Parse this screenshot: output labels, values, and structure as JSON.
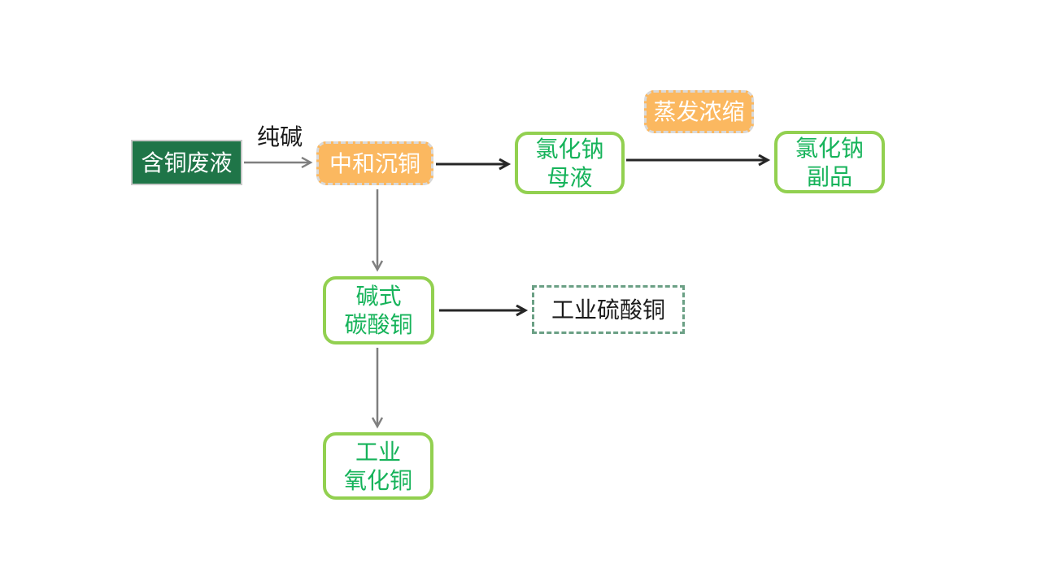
{
  "diagram": {
    "type": "flowchart",
    "colors": {
      "dark_green_fill": "#1F7548",
      "orange_fill": "#FBB860",
      "green_outline": "#92D050",
      "green_text": "#16B35A",
      "gray_dashed_border": "#D9D9D9",
      "green_dashed_border": "#6BA085",
      "gray_arrow": "#7F7F7F",
      "black_arrow": "#262626",
      "background": "#FFFFFF"
    },
    "nodes": {
      "waste_liquid": {
        "label": "含铜废液"
      },
      "neutralize": {
        "label": "中和沉铜"
      },
      "nacl_mother_liquor": {
        "line1": "氯化钠",
        "line2": "母液"
      },
      "evaporation": {
        "label": "蒸发浓缩"
      },
      "nacl_byproduct": {
        "line1": "氯化钠",
        "line2": "副品"
      },
      "basic_copper_carbonate": {
        "line1": "碱式",
        "line2": "碳酸铜"
      },
      "industrial_copper_sulfate": {
        "label": "工业硫酸铜"
      },
      "industrial_copper_oxide": {
        "line1": "工业",
        "line2": "氧化铜"
      }
    },
    "edge_labels": {
      "soda_ash": "纯碱"
    },
    "edges": [
      {
        "from": "waste_liquid",
        "to": "neutralize",
        "label": "纯碱",
        "color": "gray"
      },
      {
        "from": "neutralize",
        "to": "nacl_mother_liquor",
        "color": "black"
      },
      {
        "from": "nacl_mother_liquor",
        "to": "nacl_byproduct",
        "via": "蒸发浓缩",
        "color": "black"
      },
      {
        "from": "neutralize",
        "to": "basic_copper_carbonate",
        "color": "gray"
      },
      {
        "from": "basic_copper_carbonate",
        "to": "industrial_copper_sulfate",
        "color": "black"
      },
      {
        "from": "basic_copper_carbonate",
        "to": "industrial_copper_oxide",
        "color": "gray"
      }
    ]
  }
}
